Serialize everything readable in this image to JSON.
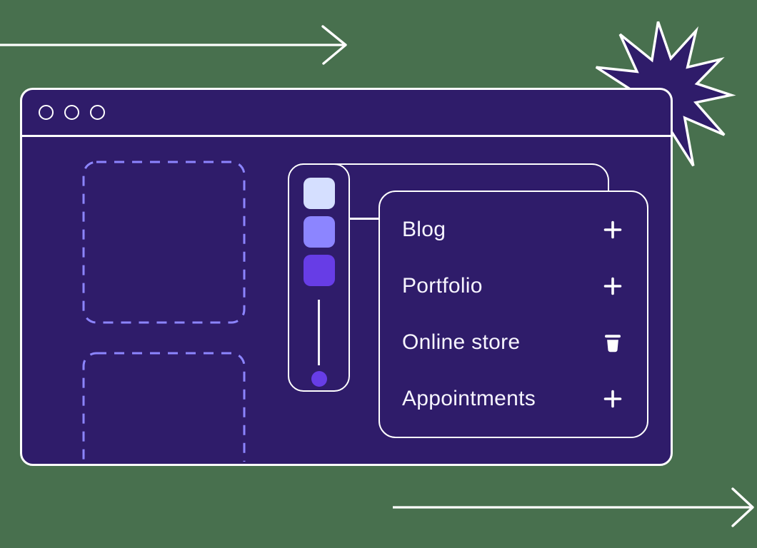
{
  "palette": {
    "background_green": "#48704E",
    "purple": "#2F1C6A",
    "outline_white": "#FFFFFF",
    "dashed_lavender": "#8C85FF",
    "text": "#F7F5FF"
  },
  "decorations": {
    "arrows": [
      {
        "name": "top-left-arrow",
        "direction": "right"
      },
      {
        "name": "bottom-right-arrow",
        "direction": "right"
      }
    ],
    "starburst": {
      "points": 11,
      "fill": "#2F1C6A",
      "stroke": "#FFFFFF"
    }
  },
  "window": {
    "titlebar": {
      "control_icons": [
        "window-dot-icon",
        "window-dot-icon",
        "window-dot-icon"
      ]
    },
    "placeholders": [
      {
        "name": "content-block-placeholder-1"
      },
      {
        "name": "content-block-placeholder-2"
      }
    ]
  },
  "builder": {
    "swatches": [
      {
        "name": "color-swatch-light",
        "color": "#D5DFFF"
      },
      {
        "name": "color-swatch-mid",
        "color": "#8C85FF"
      },
      {
        "name": "color-swatch-strong",
        "color": "#673DE6"
      }
    ],
    "stem": {
      "dot_color": "#673DE6"
    }
  },
  "menu": {
    "items": [
      {
        "label": "Blog",
        "icon": "plus-icon"
      },
      {
        "label": "Portfolio",
        "icon": "plus-icon"
      },
      {
        "label": "Online store",
        "icon": "trash-icon"
      },
      {
        "label": "Appointments",
        "icon": "plus-icon"
      }
    ]
  }
}
